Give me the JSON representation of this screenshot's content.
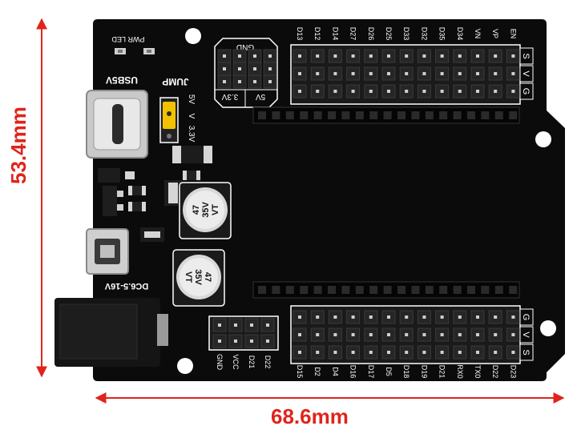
{
  "dimensions": {
    "width_label": "68.6mm",
    "height_label": "53.4mm",
    "color": "#e0241b"
  },
  "board": {
    "color": "#0b0b0b",
    "silkscreen_color": "#ffffff",
    "pwr_led_label": "PWR LED",
    "usb_label": "USB5V",
    "jump_label": "JUMP",
    "jump_options": [
      "5V",
      "V",
      "3.3V"
    ],
    "dc_label": "DC6.5-16V",
    "gnd_header_label": "GND",
    "header_3v3_label": "3.3V",
    "header_5v_label": "5V",
    "cap1_text": [
      "47",
      "35V",
      "VT"
    ],
    "cap2_text": [
      "VT",
      "35V",
      "47"
    ],
    "top_pins": [
      "D13",
      "D12",
      "D14",
      "D27",
      "D26",
      "D25",
      "D33",
      "D32",
      "D35",
      "D34",
      "VN",
      "VP",
      "EN"
    ],
    "bottom_pins": [
      "D15",
      "D2",
      "D4",
      "D16",
      "D17",
      "D5",
      "D18",
      "D19",
      "D21",
      "RX0",
      "TX0",
      "D22",
      "D23"
    ],
    "left_bottom_pins": [
      "GND",
      "VCC",
      "D21",
      "D22"
    ],
    "side_top": [
      "S",
      "V",
      "G"
    ],
    "side_bottom": [
      "G",
      "V",
      "S"
    ]
  }
}
